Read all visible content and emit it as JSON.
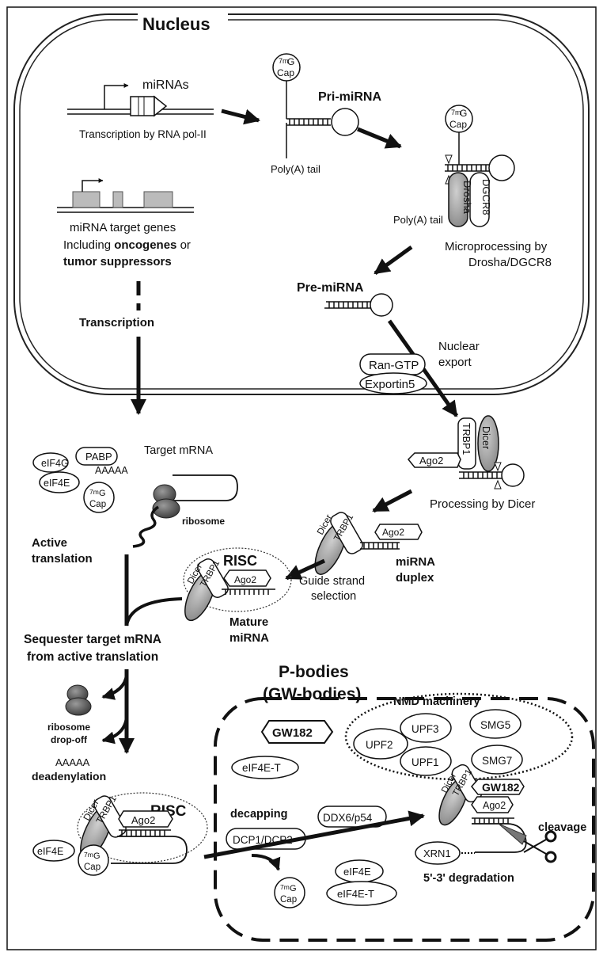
{
  "nucleus": {
    "title": "Nucleus",
    "mirna_gene_label": "miRNAs",
    "transcription_caption": "Transcription by RNA pol-II",
    "pri_mirna": "Pri-miRNA",
    "cap_superscript": "7m",
    "cap_g": "G",
    "cap_word": "Cap",
    "polya_tail": "Poly(A) tail",
    "drosha": "Drosha",
    "dgcr8": "DGCR8",
    "microprocessing_line1": "Microprocessing by",
    "microprocessing_line2": "Drosha/DGCR8",
    "target_genes_line1": "miRNA target genes",
    "target_genes_line2_prefix": "Including ",
    "target_genes_oncogenes": "oncogenes",
    "target_genes_or": " or",
    "target_genes_line3": "tumor suppressors",
    "transcription": "Transcription",
    "pre_mirna": "Pre-miRNA",
    "nuclear_export_line1": "Nuclear",
    "nuclear_export_line2": "export",
    "ran_gtp": "Ran-GTP",
    "exportin5": "Exportin5"
  },
  "cytoplasm": {
    "target_mrna": "Target mRNA",
    "eif4g": "eIF4G",
    "pabp": "PABP",
    "polya": "AAAAA",
    "eif4e": "eIF4E",
    "ribosome": "ribosome",
    "active_translation_line1": "Active",
    "active_translation_line2": "translation",
    "trbp1": "TRBP1",
    "dicer": "Dicer",
    "ago2": "Ago2",
    "processing_by_dicer": "Processing by Dicer",
    "mirna_duplex_line1": "miRNA",
    "mirna_duplex_line2": "duplex",
    "risc": "RISC",
    "guide_strand_line1": "Guide strand",
    "guide_strand_line2": "selection",
    "mature_mirna_line1": "Mature",
    "mature_mirna_line2": "miRNA",
    "sequester_line1": "Sequester target mRNA",
    "sequester_line2": "from active translation",
    "ribosome_dropoff_line1": "ribosome",
    "ribosome_dropoff_line2": "drop-off",
    "deadenylation": "deadenylation"
  },
  "pbodies": {
    "title_line1": "P-bodies",
    "title_line2": "(GW-bodies)",
    "nmd_machinery": "NMD machinery",
    "gw182": "GW182",
    "upf3": "UPF3",
    "upf2": "UPF2",
    "upf1": "UPF1",
    "smg5": "SMG5",
    "smg7": "SMG7",
    "eif4e_t": "eIF4E-T",
    "decapping": "decapping",
    "dcp1_dcp2": "DCP1/DCP2",
    "ddx6_p54": "DDX6/p54",
    "xrn1": "XRN1",
    "degradation": "5'-3' degradation",
    "cleavage": "cleavage",
    "eif4e": "eIF4E"
  }
}
